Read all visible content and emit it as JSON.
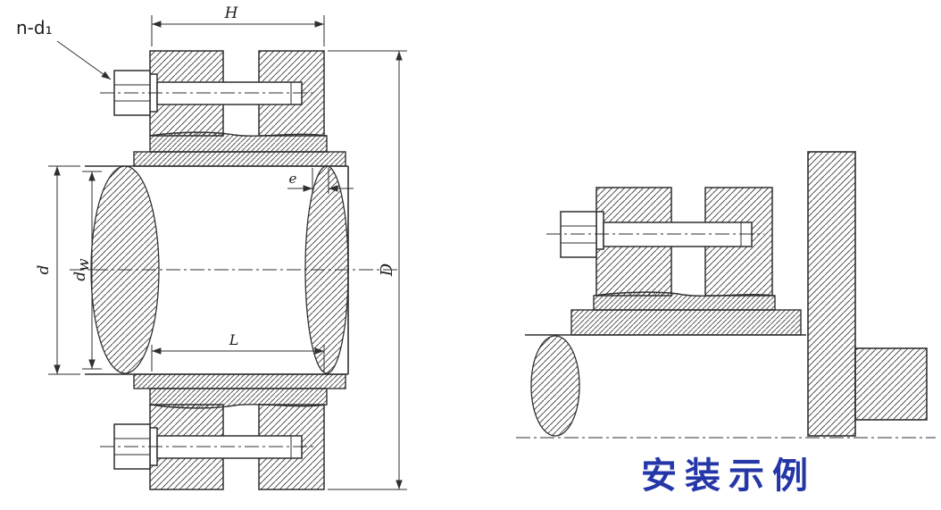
{
  "drawing": {
    "ink_color": "#2f2f2f",
    "section_view": {
      "labels": {
        "bolt_callout": "n-d₁",
        "top_width": "H",
        "end_offset": "e",
        "shaft_diameter": "d",
        "inner_diameter_base": "d",
        "inner_diameter_subscript": "w",
        "outer_diameter": "D",
        "hub_length": "L"
      }
    },
    "installation_view": {
      "caption": "安装示例",
      "caption_color": "#2537a8"
    }
  }
}
